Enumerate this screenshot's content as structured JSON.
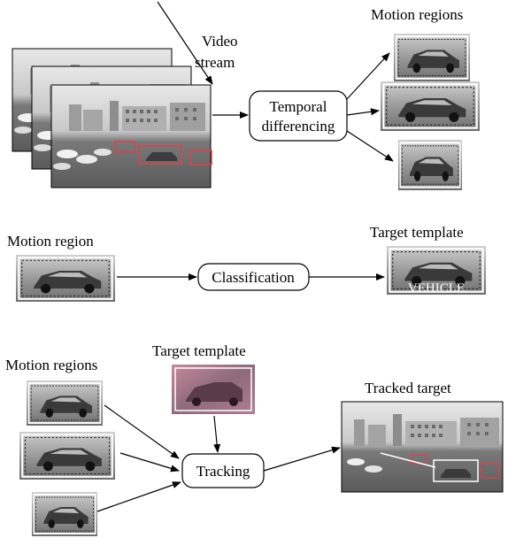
{
  "section1": {
    "video_label_line1": "Video",
    "video_label_line2": "stream",
    "process_line1": "Temporal",
    "process_line2": "differencing",
    "output_title": "Motion regions"
  },
  "section2": {
    "input_title": "Motion region",
    "process": "Classification",
    "output_title": "Target template",
    "output_overlay": "VEHICLE"
  },
  "section3": {
    "input_title": "Motion regions",
    "template_title": "Target template",
    "process": "Tracking",
    "output_title": "Tracked target"
  },
  "colors": {
    "detection_box": "#e0404a",
    "tracked_box": "#ffffff"
  }
}
